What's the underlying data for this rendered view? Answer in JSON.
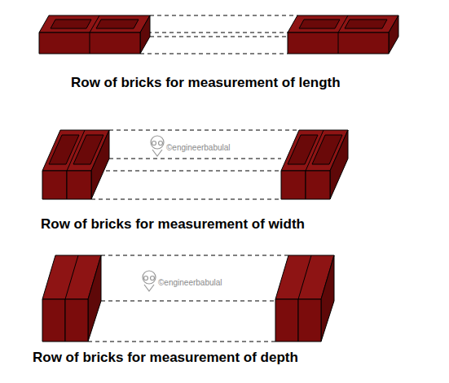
{
  "diagram": {
    "labels": [
      "Row of bricks for measurement of length",
      "©engineerbabulal",
      "Row of bricks for measurement of width",
      "©engineerbabulal",
      "Row of bricks for measurement of depth"
    ]
  }
}
